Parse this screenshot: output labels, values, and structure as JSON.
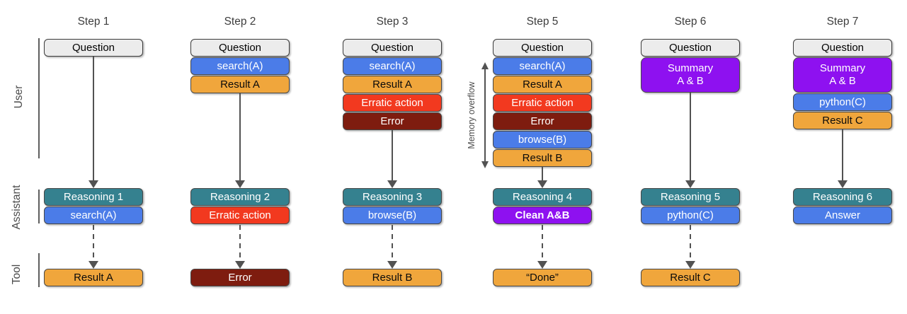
{
  "lanes": {
    "user": "User",
    "assistant": "Assistant",
    "tool": "Tool"
  },
  "annotation": {
    "memory_overflow": "Memory overflow"
  },
  "colors": {
    "grey_box": "#ececec",
    "blue": "#4b7ce8",
    "orange": "#f0a63c",
    "teal": "#35818f",
    "red": "#f2391f",
    "maroon": "#7e1c0f",
    "purple": "#8e11f0",
    "border": "#474747",
    "arrow": "#525252"
  },
  "steps": [
    {
      "title": "Step 1",
      "context": [
        {
          "label": "Question",
          "type": "question"
        }
      ],
      "assistant": [
        {
          "label": "Reasoning 1",
          "type": "reasoning"
        },
        {
          "label": "search(A)",
          "type": "action"
        }
      ],
      "tool": {
        "label": "Result A",
        "type": "result"
      }
    },
    {
      "title": "Step 2",
      "context": [
        {
          "label": "Question",
          "type": "question"
        },
        {
          "label": "search(A)",
          "type": "action"
        },
        {
          "label": "Result A",
          "type": "result"
        }
      ],
      "assistant": [
        {
          "label": "Reasoning 2",
          "type": "reasoning"
        },
        {
          "label": "Erratic action",
          "type": "erratic"
        }
      ],
      "tool": {
        "label": "Error",
        "type": "error"
      }
    },
    {
      "title": "Step 3",
      "context": [
        {
          "label": "Question",
          "type": "question"
        },
        {
          "label": "search(A)",
          "type": "action"
        },
        {
          "label": "Result A",
          "type": "result"
        },
        {
          "label": "Erratic action",
          "type": "erratic"
        },
        {
          "label": "Error",
          "type": "error"
        }
      ],
      "assistant": [
        {
          "label": "Reasoning 3",
          "type": "reasoning"
        },
        {
          "label": "browse(B)",
          "type": "action"
        }
      ],
      "tool": {
        "label": "Result B",
        "type": "result"
      }
    },
    {
      "title": "Step 5",
      "context": [
        {
          "label": "Question",
          "type": "question"
        },
        {
          "label": "search(A)",
          "type": "action"
        },
        {
          "label": "Result A",
          "type": "result"
        },
        {
          "label": "Erratic action",
          "type": "erratic"
        },
        {
          "label": "Error",
          "type": "error"
        },
        {
          "label": "browse(B)",
          "type": "action"
        },
        {
          "label": "Result B",
          "type": "result"
        }
      ],
      "assistant": [
        {
          "label": "Reasoning 4",
          "type": "reasoning"
        },
        {
          "label": "Clean A&B",
          "type": "clean"
        }
      ],
      "tool": {
        "label": "“Done”",
        "type": "result"
      }
    },
    {
      "title": "Step 6",
      "context": [
        {
          "label": "Question",
          "type": "question"
        },
        {
          "label": "Summary\nA & B",
          "type": "summary"
        }
      ],
      "assistant": [
        {
          "label": "Reasoning 5",
          "type": "reasoning"
        },
        {
          "label": "python(C)",
          "type": "action"
        }
      ],
      "tool": {
        "label": "Result C",
        "type": "result"
      }
    },
    {
      "title": "Step 7",
      "context": [
        {
          "label": "Question",
          "type": "question"
        },
        {
          "label": "Summary\nA & B",
          "type": "summary"
        },
        {
          "label": "python(C)",
          "type": "action"
        },
        {
          "label": "Result C",
          "type": "result"
        }
      ],
      "assistant": [
        {
          "label": "Reasoning 6",
          "type": "reasoning"
        },
        {
          "label": "Answer",
          "type": "action"
        }
      ],
      "tool": null
    }
  ]
}
